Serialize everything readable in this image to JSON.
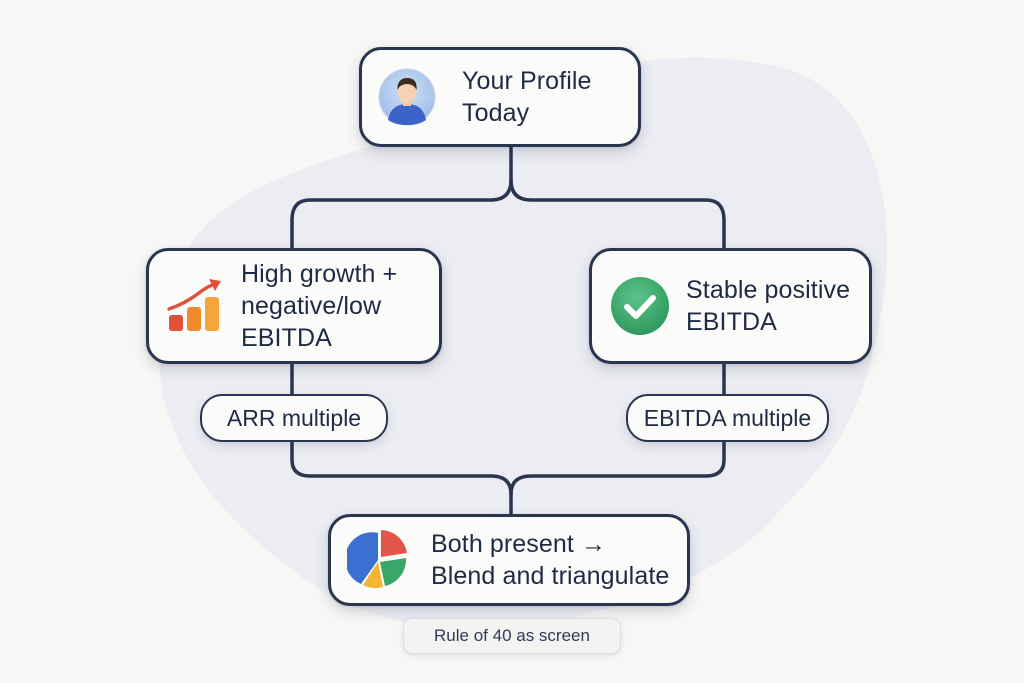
{
  "nodes": {
    "root": {
      "label_line1": "Your Profile",
      "label_line2": "Today",
      "icon": "person-avatar-icon"
    },
    "left": {
      "label_line1": "High growth +",
      "label_line2": "negative/low",
      "label_line3": "EBITDA",
      "icon": "growth-bar-chart-icon"
    },
    "right": {
      "label_line1": "Stable positive",
      "label_line2": "EBITDA",
      "icon": "check-circle-icon"
    },
    "bottom": {
      "label_line1": "Both present →",
      "label_line2": "Blend and triangulate",
      "icon": "pie-chart-icon"
    }
  },
  "pills": {
    "left": "ARR multiple",
    "right": "EBITDA multiple"
  },
  "footnote": "Rule of 40 as screen",
  "colors": {
    "background": "#f7f7f5",
    "blob": "#ecedf3",
    "border": "#2a3550",
    "text": "#1f2a44",
    "check_green": "#3aa66a",
    "avatar_blue": "#3b63c9",
    "growth_red": "#e0513a",
    "growth_orange": "#f08a2c"
  }
}
